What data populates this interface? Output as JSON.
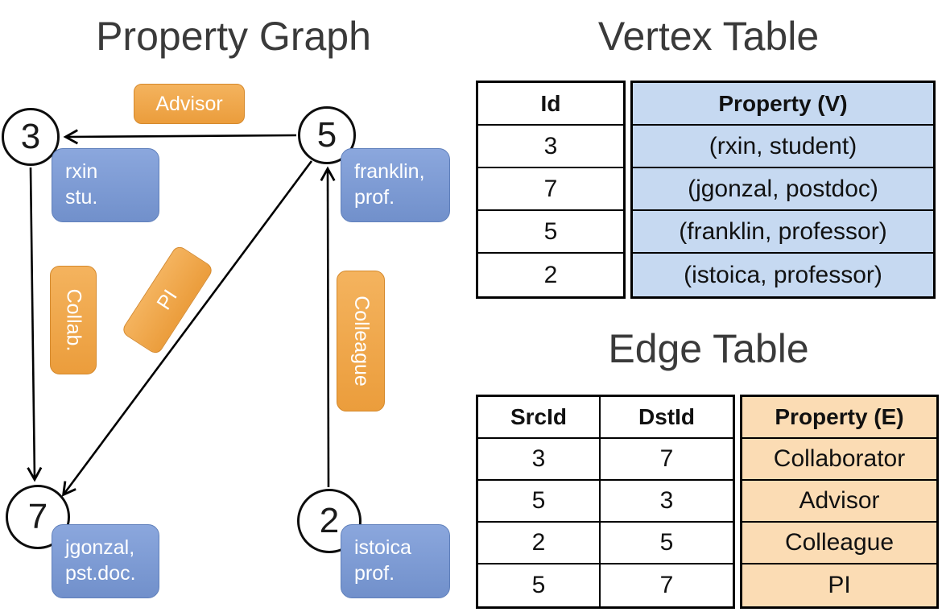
{
  "titles": {
    "graph": "Property Graph",
    "vertex_table": "Vertex Table",
    "edge_table": "Edge Table"
  },
  "graph": {
    "nodes": [
      {
        "id": "3"
      },
      {
        "id": "5"
      },
      {
        "id": "7"
      },
      {
        "id": "2"
      }
    ],
    "vertex_labels": [
      {
        "node": "3",
        "lines": [
          "rxin",
          "stu."
        ]
      },
      {
        "node": "5",
        "lines": [
          "franklin,",
          "prof."
        ]
      },
      {
        "node": "7",
        "lines": [
          "jgonzal,",
          "pst.doc."
        ]
      },
      {
        "node": "2",
        "lines": [
          "istoica",
          "prof."
        ]
      }
    ],
    "edge_labels": [
      {
        "text": "Advisor"
      },
      {
        "text": "Collab."
      },
      {
        "text": "PI"
      },
      {
        "text": "Colleague"
      }
    ],
    "edges": [
      {
        "from": "5",
        "to": "3",
        "label": "Advisor"
      },
      {
        "from": "3",
        "to": "7",
        "label": "Collab."
      },
      {
        "from": "5",
        "to": "7",
        "label": "PI"
      },
      {
        "from": "2",
        "to": "5",
        "label": "Colleague"
      }
    ]
  },
  "vertex_table": {
    "headers": {
      "id": "Id",
      "property": "Property (V)"
    },
    "rows": [
      {
        "id": "3",
        "property": "(rxin, student)"
      },
      {
        "id": "7",
        "property": "(jgonzal, postdoc)"
      },
      {
        "id": "5",
        "property": "(franklin, professor)"
      },
      {
        "id": "2",
        "property": "(istoica, professor)"
      }
    ]
  },
  "edge_table": {
    "headers": {
      "src": "SrcId",
      "dst": "DstId",
      "property": "Property (E)"
    },
    "rows": [
      {
        "src": "3",
        "dst": "7",
        "property": "Collaborator"
      },
      {
        "src": "5",
        "dst": "3",
        "property": "Advisor"
      },
      {
        "src": "2",
        "dst": "5",
        "property": "Colleague"
      },
      {
        "src": "5",
        "dst": "7",
        "property": "PI"
      }
    ]
  },
  "colors": {
    "edge_label_fill": "#EFA94A",
    "vertex_label_fill": "#7B9BD8",
    "vertex_property_bg": "#C6D9F1",
    "edge_property_bg": "#FBDCB4",
    "border": "#000000"
  }
}
